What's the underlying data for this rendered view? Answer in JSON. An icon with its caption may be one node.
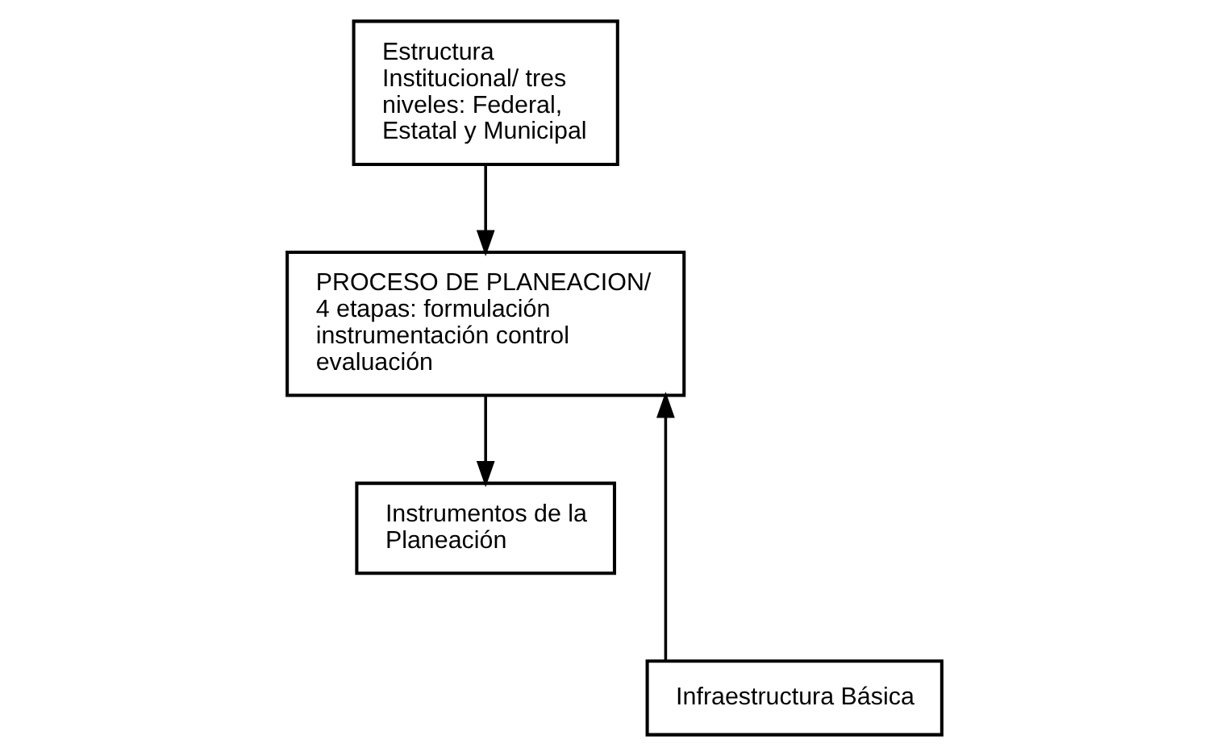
{
  "diagram": {
    "nodes": [
      {
        "text": [
          "Estructura Institucional/ tres niveles: Federal, Estatal y Municipal"
        ]
      },
      {
        "text": [
          "PROCESO DE PLANEACION/",
          "4 etapas: formulación instrumentación control evaluación"
        ]
      },
      {
        "text": [
          "Instrumentos de la Planeación"
        ]
      },
      {
        "text": [
          "Infraestructura Básica"
        ]
      }
    ],
    "edges": [
      {
        "from": 0,
        "to": 1,
        "arrow": "to"
      },
      {
        "from": 3,
        "to": 1,
        "arrow": "to"
      },
      {
        "from": 1,
        "to": 2,
        "arrow": "to"
      }
    ]
  }
}
